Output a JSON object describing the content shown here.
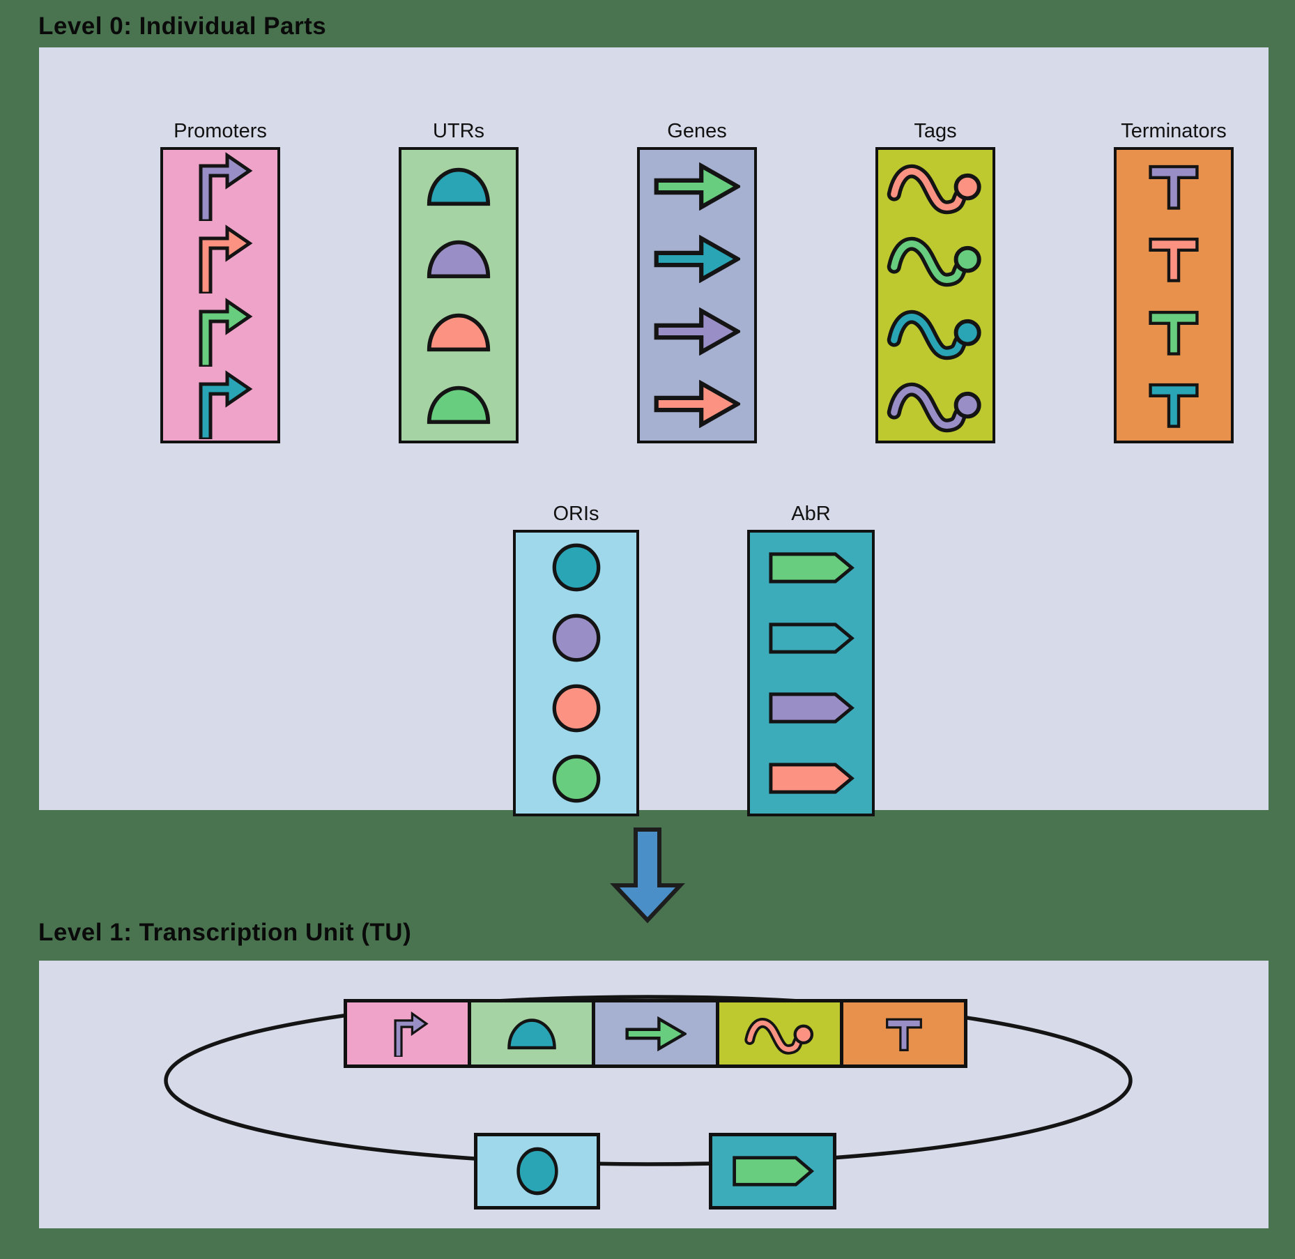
{
  "page": {
    "background": "#4a744f",
    "panel_background": "#d7dae8",
    "outline_color": "#141414"
  },
  "level0": {
    "title": "Level 0: Individual Parts",
    "groups": [
      {
        "id": "promoters",
        "label": "Promoters",
        "icon": "promoter",
        "box_color": "#f0a3c8",
        "item_colors": [
          "#9a8ec6",
          "#fb9282",
          "#68cd7e",
          "#2aa5b5"
        ]
      },
      {
        "id": "utrs",
        "label": "UTRs",
        "icon": "utr",
        "box_color": "#a6d3a3",
        "item_colors": [
          "#2aa5b5",
          "#9a8ec6",
          "#fb9282",
          "#68cd7e"
        ]
      },
      {
        "id": "genes",
        "label": "Genes",
        "icon": "gene",
        "box_color": "#a6b0d1",
        "item_colors": [
          "#68cd7e",
          "#2aa5b5",
          "#9a8ec6",
          "#fb9282"
        ]
      },
      {
        "id": "tags",
        "label": "Tags",
        "icon": "tag",
        "box_color": "#bdc92e",
        "item_colors": [
          "#fb9282",
          "#68cd7e",
          "#2aa5b5",
          "#9a8ec6"
        ]
      },
      {
        "id": "terminators",
        "label": "Terminators",
        "icon": "terminator",
        "box_color": "#e8914c",
        "item_colors": [
          "#9a8ec6",
          "#fb9282",
          "#68cd7e",
          "#2aa5b5"
        ]
      },
      {
        "id": "oris",
        "label": "ORIs",
        "icon": "ori",
        "box_color": "#9ed8ea",
        "item_colors": [
          "#2aa5b5",
          "#9a8ec6",
          "#fb9282",
          "#68cd7e"
        ]
      },
      {
        "id": "abr",
        "label": "AbR",
        "icon": "abr",
        "box_color": "#3dacba",
        "item_colors": [
          "#68cd7e",
          "#3dacba",
          "#9a8ec6",
          "#fb9282"
        ]
      }
    ]
  },
  "transition": {
    "arrow_icon": "down-arrow-icon",
    "arrow_color": "#4a8fc7"
  },
  "level1": {
    "title": "Level 1: Transcription Unit (TU)",
    "plasmid_segments": [
      {
        "part": "promoter",
        "icon": "promoter",
        "box_color": "#f0a3c8",
        "icon_color": "#9a8ec6"
      },
      {
        "part": "utr",
        "icon": "utr",
        "box_color": "#a6d3a3",
        "icon_color": "#2aa5b5"
      },
      {
        "part": "gene",
        "icon": "gene",
        "box_color": "#a6b0d1",
        "icon_color": "#68cd7e"
      },
      {
        "part": "tag",
        "icon": "tag",
        "box_color": "#bdc92e",
        "icon_color": "#fb9282"
      },
      {
        "part": "terminator",
        "icon": "terminator",
        "box_color": "#e8914c",
        "icon_color": "#9a8ec6"
      }
    ],
    "backbone_parts": [
      {
        "part": "ori",
        "icon": "ori",
        "box_color": "#9ed8ea",
        "icon_color": "#2aa5b5"
      },
      {
        "part": "abr",
        "icon": "abr",
        "box_color": "#3dacba",
        "icon_color": "#68cd7e"
      }
    ]
  }
}
